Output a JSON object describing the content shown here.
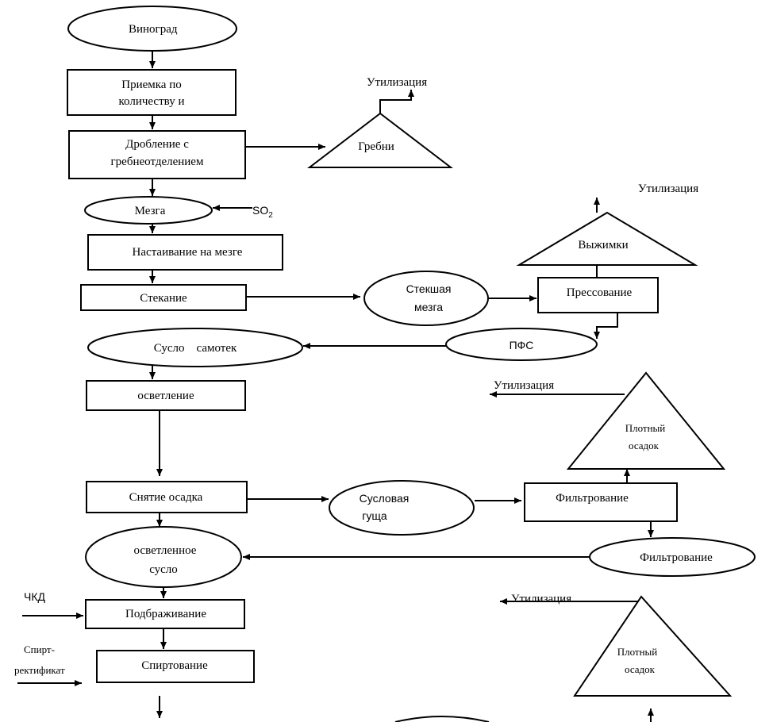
{
  "nodes": {
    "grapes": "Виноград",
    "reception_1": "Приемка по",
    "reception_2": "количеству и",
    "crushing_1": "Дробление с",
    "crushing_2": "гребнеотделением",
    "stems": "Гребни",
    "disposal_stems": "Утилизация",
    "must": "Мезга",
    "so2": "SO",
    "so2_sub": "2",
    "infusion": "Настаивание на мезге",
    "draining": "Стекание",
    "drained_must_1": "Стекшая",
    "drained_must_2": "мезга",
    "pressing": "Прессование",
    "pomace": "Выжимки",
    "disposal_pomace": "Утилизация",
    "pfs": "ПФС",
    "free_run": "Сусло    самотек",
    "clarification": "осветление",
    "disposal_sediment1": "Утилизация",
    "dense_sediment1_1": "Плотный",
    "dense_sediment1_2": "осадок",
    "sediment_removal": "Снятие осадка",
    "lees_1": "Сусловая",
    "lees_2": "гуща",
    "filtration_1": "Фильтрование",
    "filtration_2": "Фильтрование",
    "clarified_1": "осветленное",
    "clarified_2": "сусло",
    "ckd": "ЧКД",
    "fermentation": "Подбраживание",
    "spirit_1": "Спирт-",
    "spirit_2": "ректификат",
    "fortification": "Спиртование",
    "disposal_sediment2": "Утилизация",
    "dense_sediment2_1": "Плотный",
    "dense_sediment2_2": "осадок"
  }
}
